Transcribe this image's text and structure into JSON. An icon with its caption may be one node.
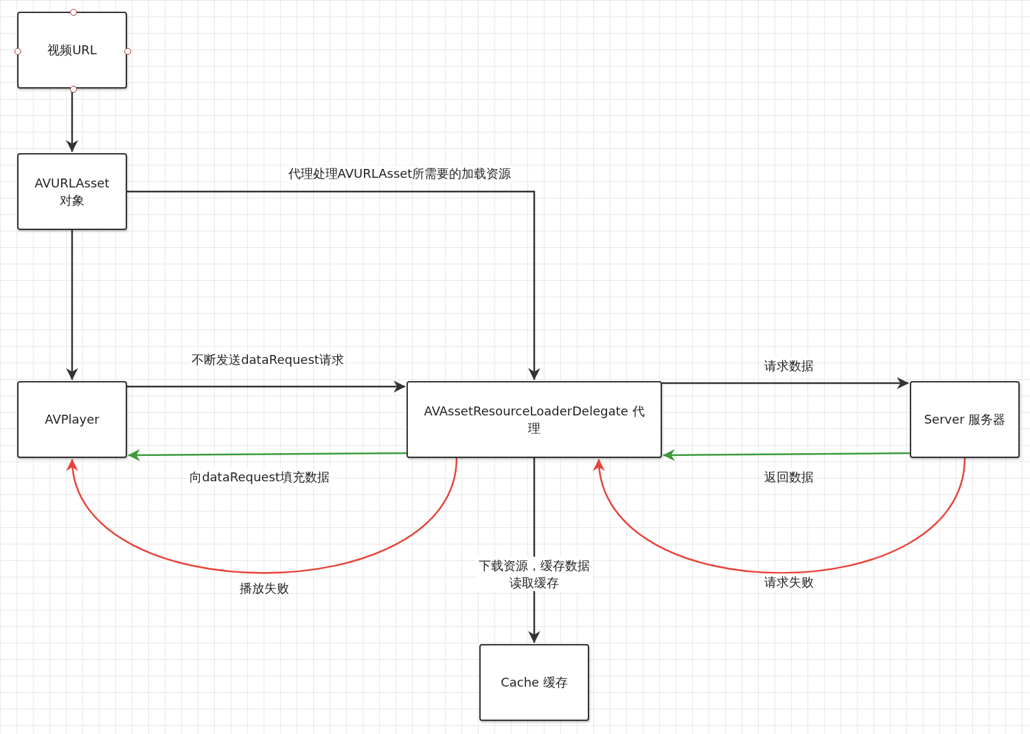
{
  "diagram": {
    "nodes": [
      {
        "text": [
          "视频URL"
        ]
      },
      {
        "text": [
          "AVURLAsset 对象"
        ]
      },
      {
        "text": [
          "AVPlayer"
        ]
      },
      {
        "text": [
          "AVAssetResourceLoaderDelegate 代理"
        ]
      },
      {
        "text": [
          "Server 服务器"
        ]
      },
      {
        "text": [
          "Cache 缓存"
        ]
      }
    ],
    "edges": [
      {
        "from": 0,
        "to": 1,
        "arrow": "to"
      },
      {
        "from": 1,
        "to": 3,
        "arrow": "to",
        "label": "代理处理AVURLAsset所需要的加载资源"
      },
      {
        "from": 1,
        "to": 2,
        "arrow": "to"
      },
      {
        "from": 2,
        "to": 3,
        "arrow": "to",
        "label": "不断发送dataRequest请求"
      },
      {
        "from": 3,
        "to": 2,
        "arrow": "to",
        "label": "向dataRequest填充数据",
        "color": "#3c9a3c"
      },
      {
        "from": 3,
        "to": 2,
        "arrow": "to",
        "label": "播放失败",
        "color": "#e8433a"
      },
      {
        "from": 3,
        "to": 4,
        "arrow": "to",
        "label": "请求数据"
      },
      {
        "from": 4,
        "to": 3,
        "arrow": "to",
        "label": "返回数据",
        "color": "#3c9a3c"
      },
      {
        "from": 4,
        "to": 3,
        "arrow": "to",
        "label": "请求失败",
        "color": "#e8433a"
      },
      {
        "from": 3,
        "to": 5,
        "arrow": "to",
        "label": "下载资源，缓存数据读取缓存"
      }
    ]
  }
}
